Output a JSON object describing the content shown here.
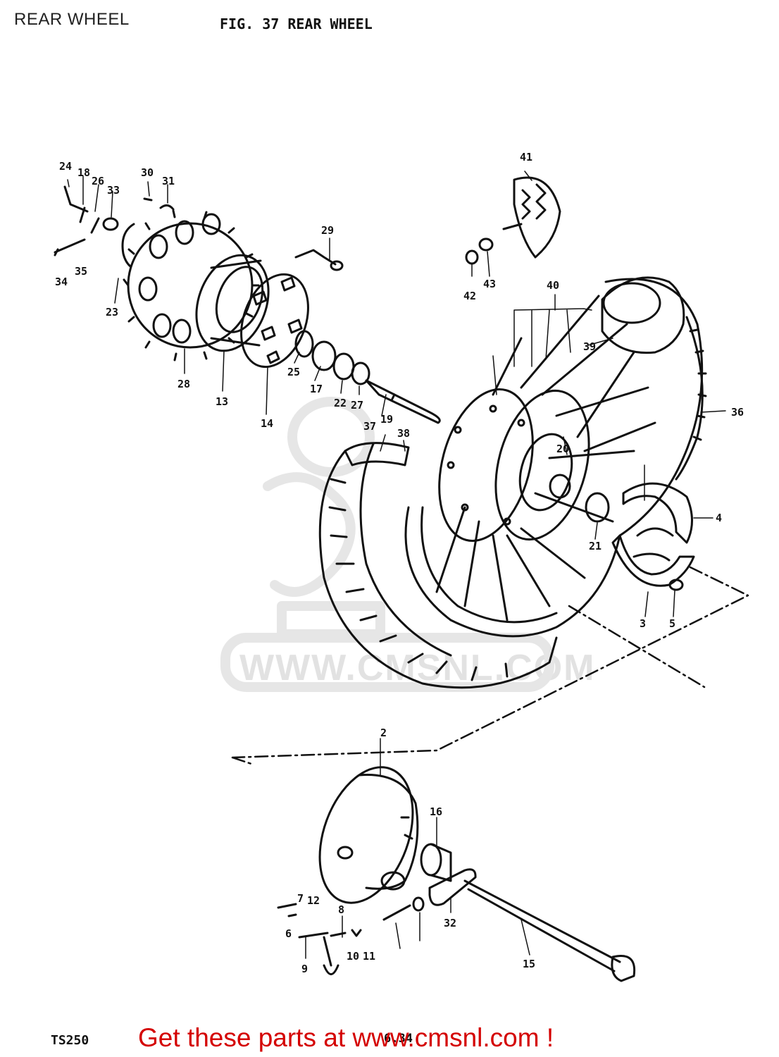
{
  "header": {
    "page_title": "REAR WHEEL",
    "fig_title": "FIG. 37  REAR WHEEL"
  },
  "footer": {
    "model": "TS250",
    "page": "6.34",
    "cta": "Get these parts at www.cmsnl.com !"
  },
  "watermark": {
    "text": "WWW.CMSNL.COM"
  },
  "colors": {
    "ink": "#111111",
    "cta_red": "#d40000",
    "watermark": "#e2e2e2"
  },
  "part_labels": [
    "2",
    "3",
    "4",
    "5",
    "6",
    "7",
    "8",
    "9",
    "10",
    "11",
    "12",
    "13",
    "14",
    "15",
    "16",
    "17",
    "18",
    "19",
    "20",
    "21",
    "22",
    "23",
    "24",
    "25",
    "26",
    "27",
    "28",
    "29",
    "30",
    "31",
    "32",
    "33",
    "34",
    "35",
    "36",
    "37",
    "38",
    "39",
    "40",
    "41",
    "42",
    "43"
  ]
}
